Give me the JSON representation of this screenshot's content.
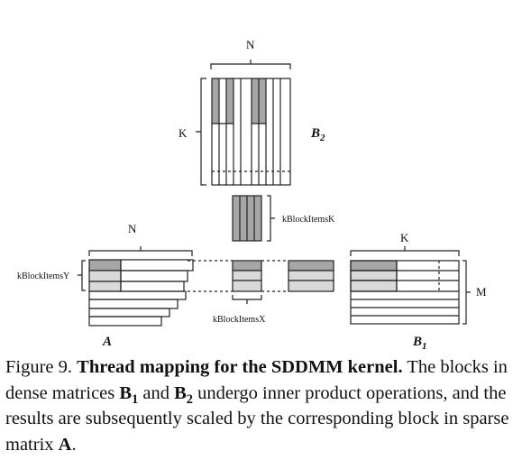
{
  "figure": {
    "b2_top_dim": "N",
    "b2_side_dim": "K",
    "b2_name": "B",
    "b2_sub": "2",
    "k_block_label": "kBlockItemsK",
    "a_top_dim": "N",
    "a_side_label": "kBlockItemsY",
    "a_name": "A",
    "x_block_label": "kBlockItemsX",
    "b1_top_dim": "K",
    "b1_side_dim": "M",
    "b1_name": "B",
    "b1_sub": "1",
    "colors": {
      "dark_block": "#a6a6a6",
      "light_block": "#d9d9d9",
      "line": "#222222"
    }
  },
  "caption": {
    "prefix": "Figure 9. ",
    "title": "Thread mapping for the SDDMM kernel.",
    "s1": " The blocks in dense matrices ",
    "b1": "B",
    "b1_sub": "1",
    "s2": " and ",
    "b2": "B",
    "b2_sub": "2",
    "s3": " undergo inner product operations, and the results are subsequently scaled by the corresponding block in sparse matrix ",
    "a": "A",
    "s4": "."
  }
}
